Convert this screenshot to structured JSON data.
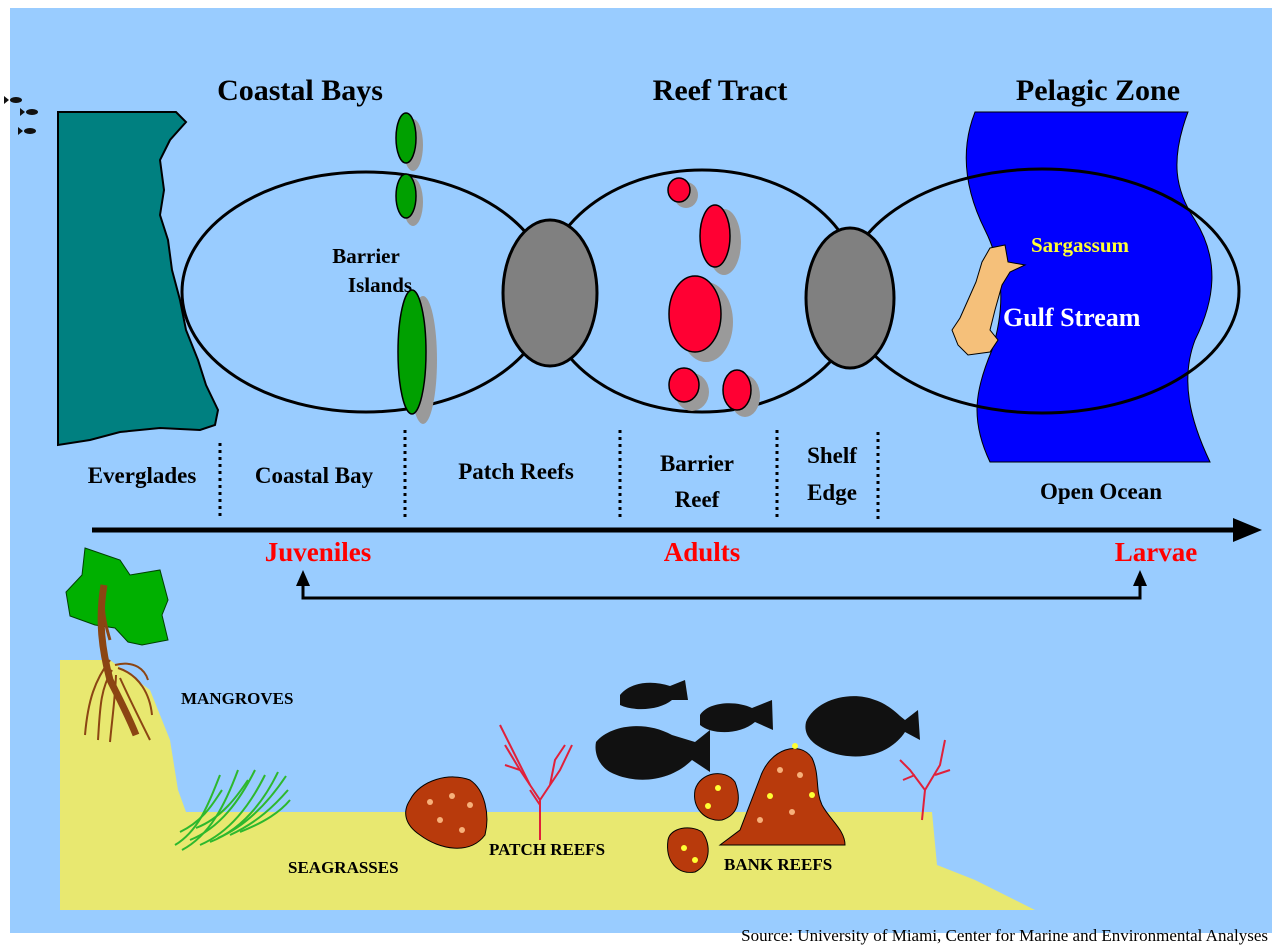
{
  "zones": {
    "coastal_bays": "Coastal Bays",
    "reef_tract": "Reef Tract",
    "pelagic_zone": "Pelagic Zone"
  },
  "labels": {
    "barrier_islands_line1": "Barrier",
    "barrier_islands_line2": "Islands",
    "sargassum": "Sargassum",
    "gulf_stream": "Gulf Stream"
  },
  "habitats": {
    "everglades": "Everglades",
    "coastal_bay": "Coastal Bay",
    "patch_reefs": "Patch Reefs",
    "barrier_reef_line1": "Barrier",
    "barrier_reef_line2": "Reef",
    "shelf_edge_line1": "Shelf",
    "shelf_edge_line2": "Edge",
    "open_ocean": "Open Ocean"
  },
  "life_stages": {
    "juveniles": "Juveniles",
    "adults": "Adults",
    "larvae": "Larvae"
  },
  "bottom_labels": {
    "mangroves": "MANGROVES",
    "seagrasses": "SEAGRASSES",
    "patch_reefs": "PATCH REEFS",
    "bank_reefs": "BANK REEFS"
  },
  "source": "Source:  University of Miami, Center for Marine and Environmental Analyses",
  "colors": {
    "background": "#99ccff",
    "everglades": "#008080",
    "ocean": "#0000ff",
    "island": "#00a000",
    "reef_patch": "#ff0033",
    "shelf_oval": "#808080",
    "sand": "#e8e870",
    "sargassum": "#f5c07a",
    "sargassum_text": "#ffff33",
    "stage_text": "#ff0000",
    "coral_rock": "#b83a0c",
    "seagrass": "#2db82d",
    "mangrove_leaf": "#00b000",
    "mangrove_trunk": "#8b4513",
    "fish": "#111111",
    "red_coral": "#e0203a"
  }
}
